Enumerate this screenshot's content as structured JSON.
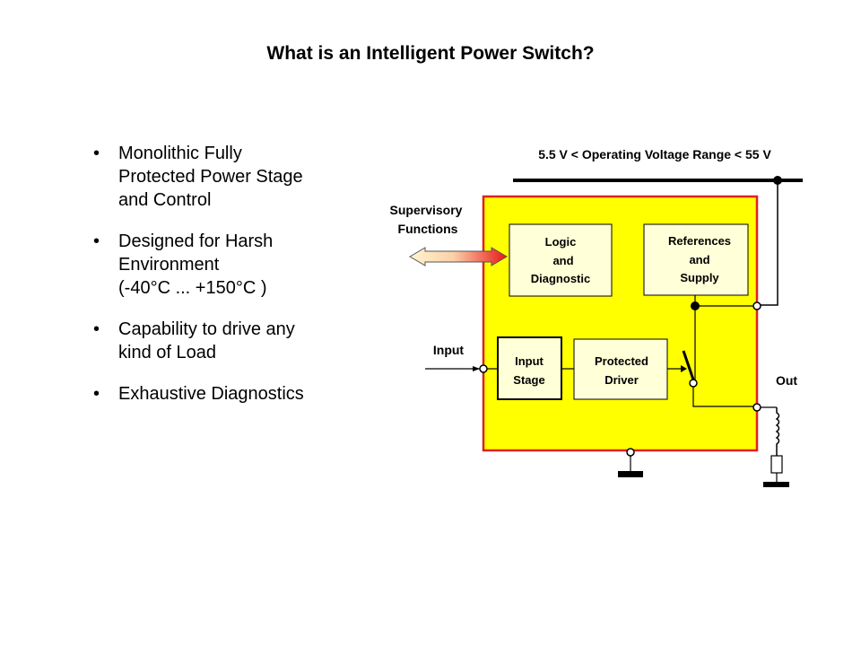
{
  "title": "What is an Intelligent Power Switch?",
  "bullets": [
    {
      "lines": [
        "Monolithic Fully",
        "Protected Power Stage",
        "and Control"
      ]
    },
    {
      "lines": [
        "Designed for Harsh",
        "Environment",
        "(-40°C ... +150°C )"
      ]
    },
    {
      "lines": [
        "Capability to drive any",
        "kind of Load"
      ]
    },
    {
      "lines": [
        "Exhaustive Diagnostics"
      ]
    }
  ],
  "bullet_glyph": "•",
  "diagram": {
    "voltage_label": "5.5 V < Operating Voltage Range < 55 V",
    "supervisory_label": [
      "Supervisory",
      "Functions"
    ],
    "input_label": "Input",
    "out_label": "Out",
    "blocks": {
      "logic": [
        "Logic",
        "and",
        "Diagnostic"
      ],
      "references": [
        "References",
        "and",
        "Supply"
      ],
      "input_stage": [
        "Input",
        "Stage"
      ],
      "protected_driver": [
        "Protected",
        "Driver"
      ]
    },
    "colors": {
      "chip_fill": "#ffff00",
      "chip_border": "#e02020",
      "block_fill": "#ffffd8",
      "arrow_start": "#fff4d0",
      "arrow_end": "#e81818"
    }
  }
}
